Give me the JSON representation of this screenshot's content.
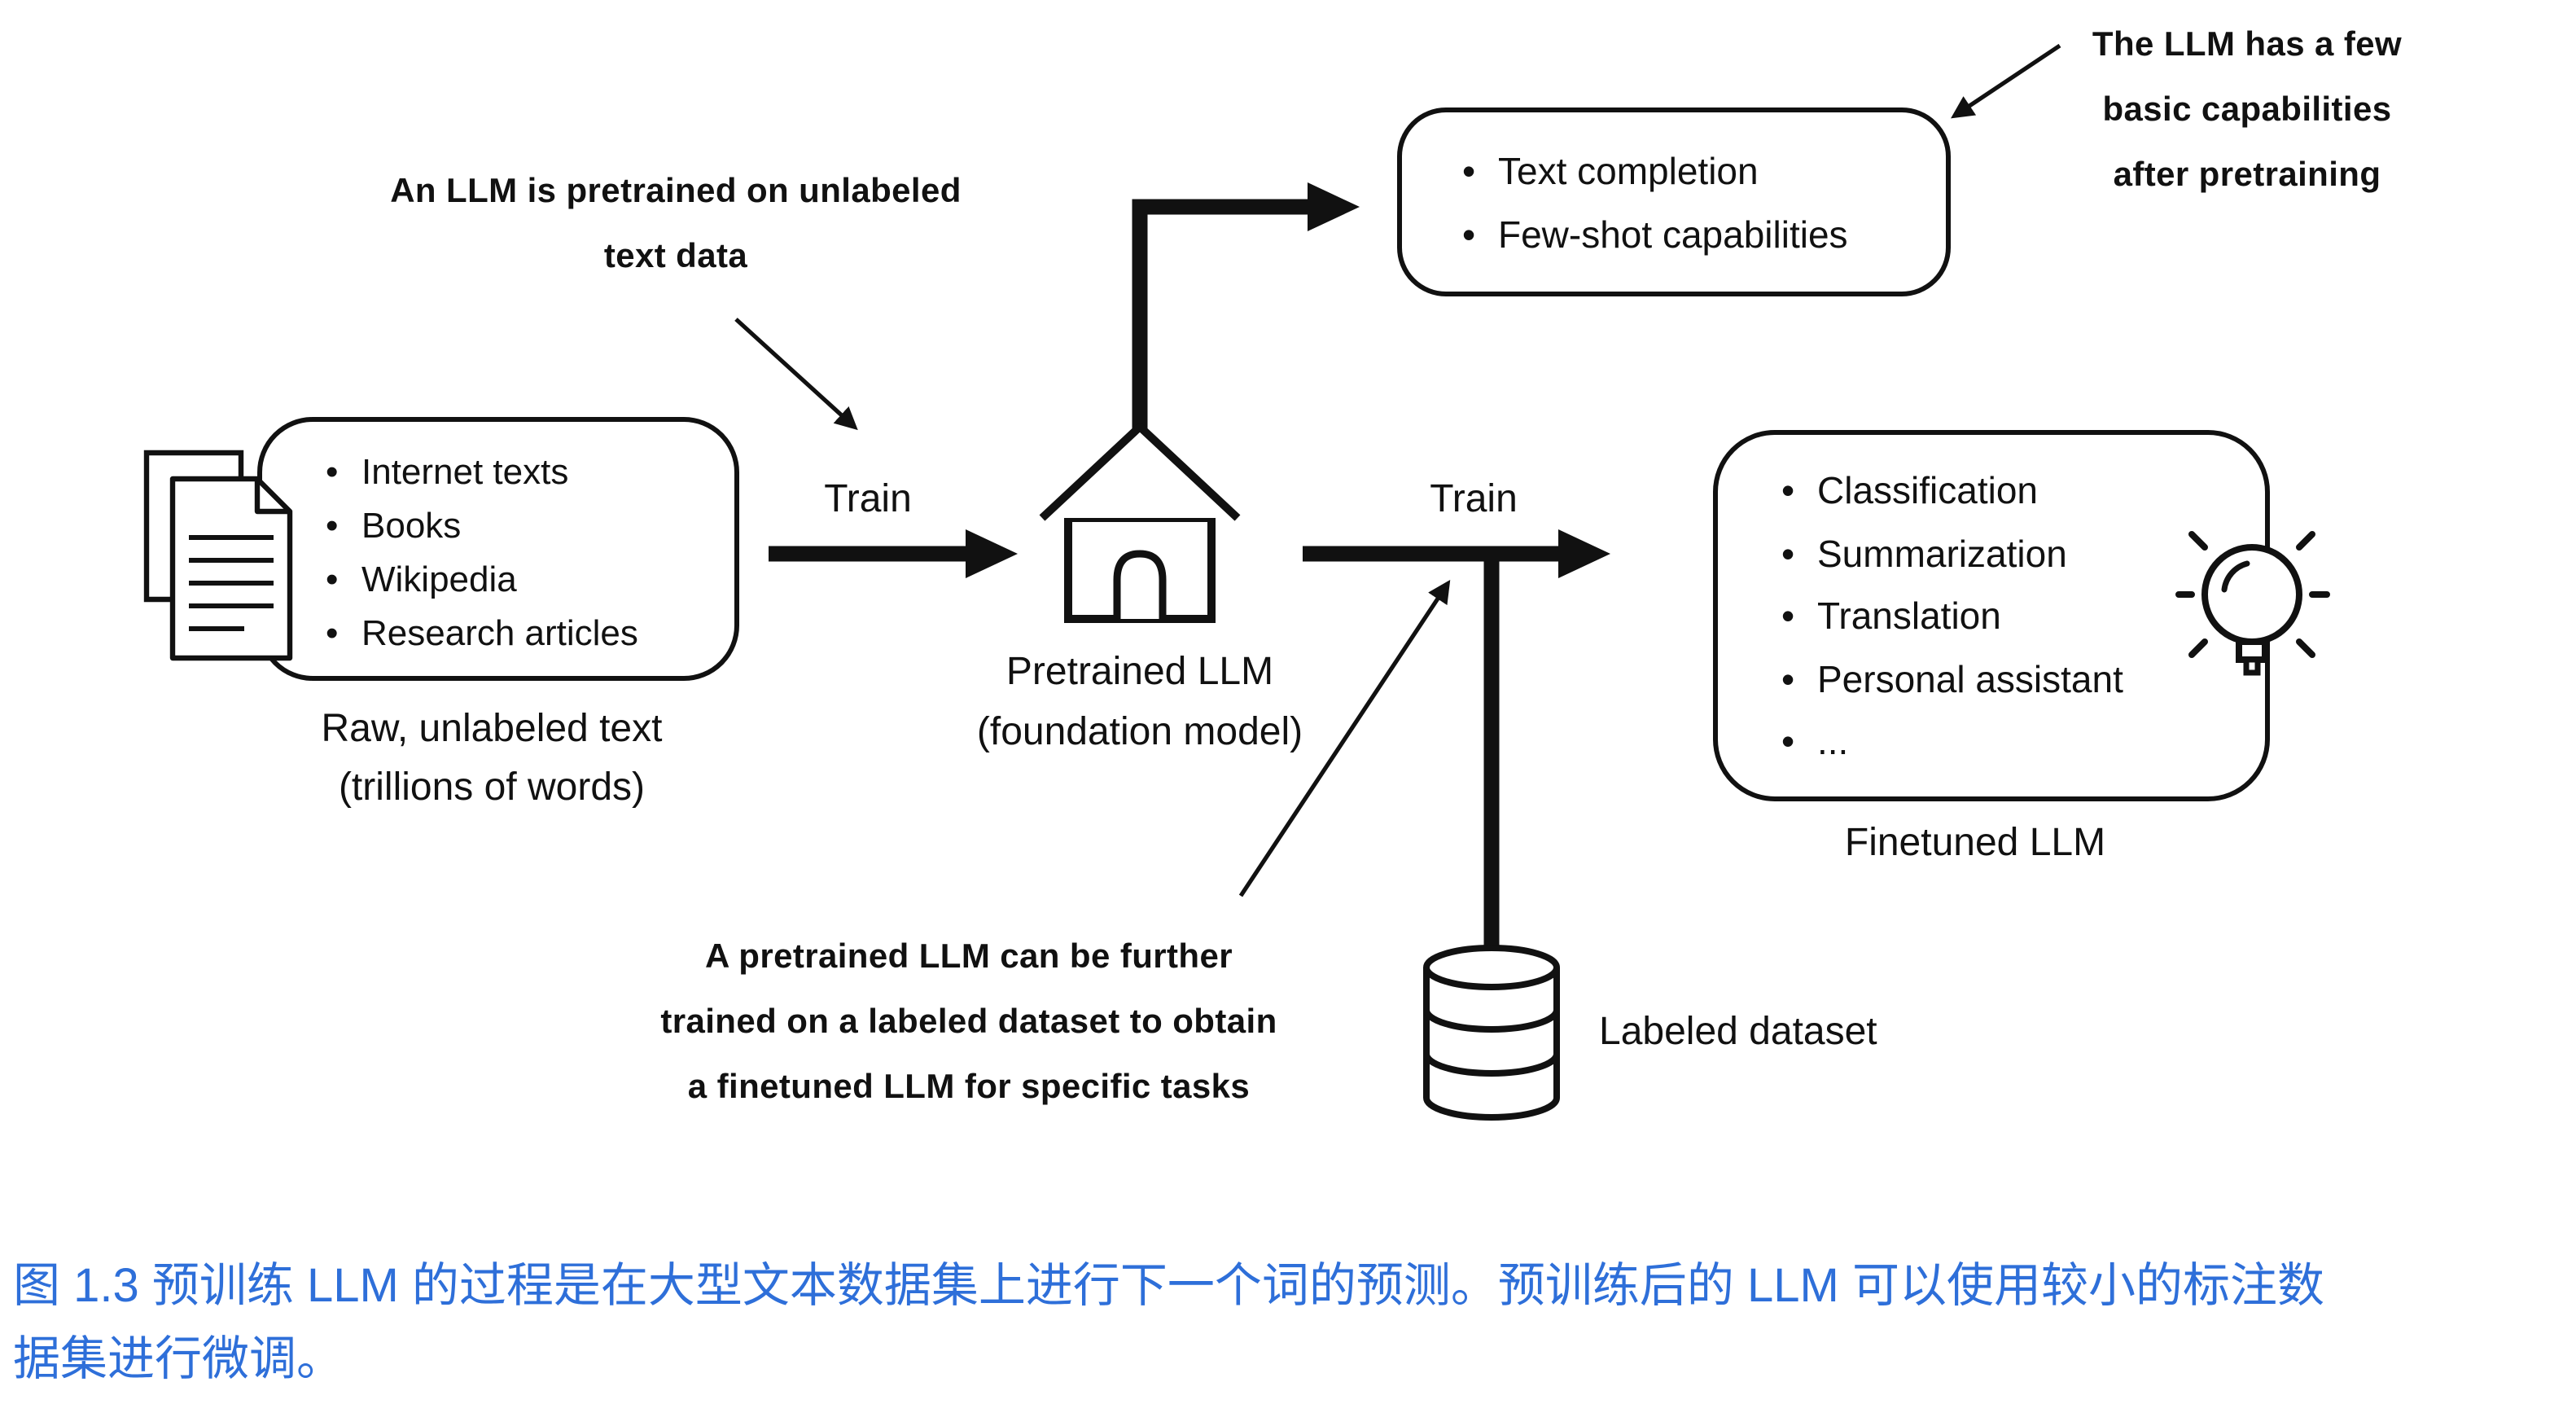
{
  "figure": {
    "annotations": {
      "pretrain": {
        "line1": "An LLM is pretrained on unlabeled",
        "line2": "text data"
      },
      "capabilities": {
        "line1": "The LLM has a few",
        "line2": "basic capabilities",
        "line3": "after pretraining"
      },
      "finetune": {
        "line1": "A pretrained LLM can be further",
        "line2": "trained on a labeled dataset to obtain",
        "line3": "a finetuned LLM for specific tasks"
      }
    },
    "source_box": {
      "items": [
        "Internet texts",
        "Books",
        "Wikipedia",
        "Research articles"
      ],
      "caption_line1": "Raw, unlabeled text",
      "caption_line2": "(trillions of words)"
    },
    "capabilities_box": {
      "items": [
        "Text completion",
        "Few-shot capabilities"
      ]
    },
    "finetuned_box": {
      "items": [
        "Classification",
        "Summarization",
        "Translation",
        "Personal assistant",
        "..."
      ],
      "caption": "Finetuned LLM"
    },
    "pretrained_label": {
      "line1": "Pretrained LLM",
      "line2": "(foundation model)"
    },
    "train_left": {
      "label": "Train"
    },
    "train_right": {
      "label": "Train"
    },
    "labeled_dataset_label": "Labeled dataset",
    "icons": {
      "documents": "documents-icon",
      "house": "house-icon",
      "lightbulb": "lightbulb-icon",
      "database": "database-icon"
    },
    "colors": {
      "line": "#111111",
      "caption_text": "#2e6fd9",
      "background": "#ffffff"
    }
  },
  "caption": {
    "line1": "图 1.3 预训练 LLM 的过程是在大型文本数据集上进行下一个词的预测。预训练后的 LLM 可以使用较小的标注数",
    "line2": "据集进行微调。"
  }
}
